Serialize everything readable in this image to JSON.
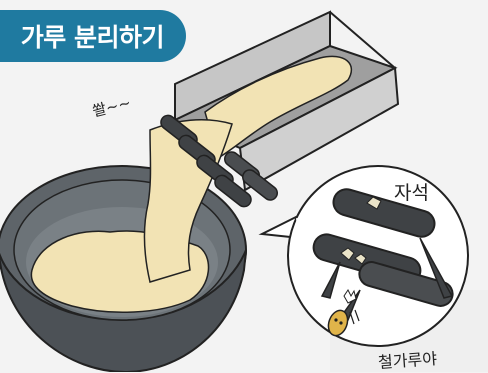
{
  "header": {
    "title": "가루 분리하기"
  },
  "illustration": {
    "sound_effect": "쏼~~",
    "magnet_label": "자석",
    "iron_powder_label": "철가루야"
  },
  "colors": {
    "title_background": "#1f7aa0",
    "powder": "#f2e3b4",
    "bowl": "#5e6469",
    "magnet": "#3f4245",
    "chute": "#b8b8b8"
  }
}
